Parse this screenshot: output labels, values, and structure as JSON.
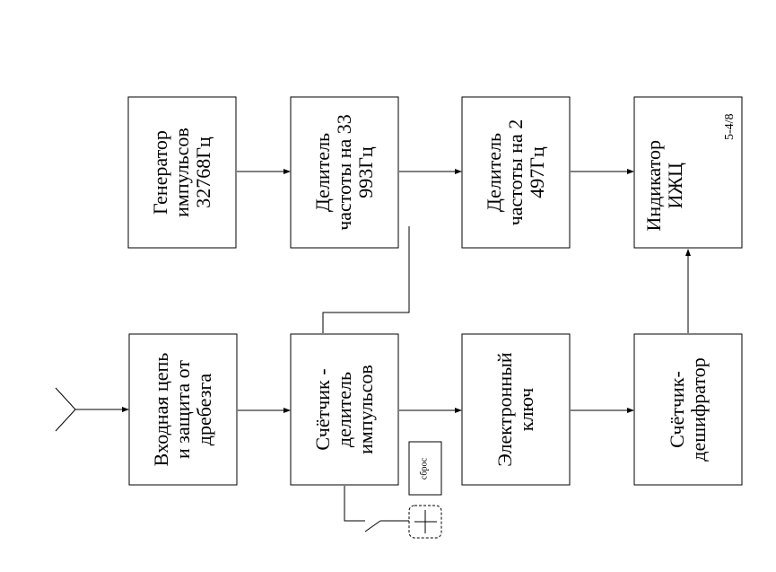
{
  "blocks": {
    "generator": "Генератор\nимпульсов\n32768Гц",
    "divider_33": "Делитель\nчастоты на 33\n993Гц",
    "divider_2": "Делитель\nчастоты на 2\n497Гц",
    "indicator_main": "Индикатор\nИЖЦ",
    "indicator_suffix": "5-4/8",
    "input_circuit": "Входная цепь\nи защита от\nдребезга",
    "counter_divider": "Счётчик -\nделитель\nимпульсов",
    "electronic_key": "Электронный\nключ",
    "counter_decoder": "Счётчик-\nдешифратор"
  },
  "reset_label": "сброс"
}
